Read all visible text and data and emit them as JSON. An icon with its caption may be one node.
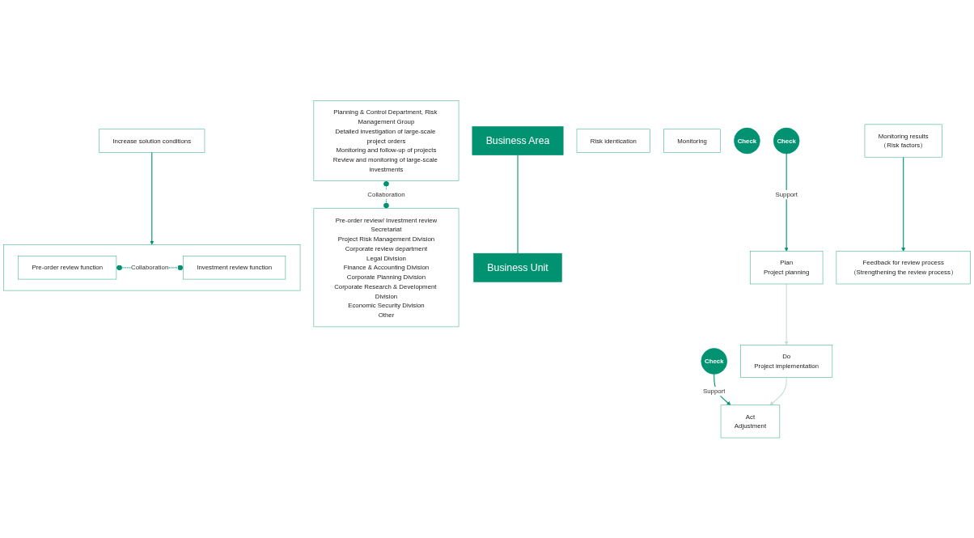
{
  "diagram": {
    "nodes": [
      {
        "text": [
          "Business Area"
        ]
      },
      {
        "text": [
          "Planning & Control Department, Risk Management Group",
          "Detailed investigation of large-scale project orders",
          "Monitoring and follow-up of projects",
          "Review and monitoring of large-scale investments"
        ]
      },
      {
        "text": [
          "Check"
        ]
      },
      {
        "text": [
          "Check"
        ]
      },
      {
        "text": [
          "Pre-order review/ Investment review",
          "Secretariat",
          "Project Risk Management Division",
          "Corporate review department",
          "Legal Division",
          "Finance & Accounting Division",
          "Corporate Planning Division",
          "Corporate Research & Development Division",
          "Economic Security Division",
          "Other"
        ]
      },
      {
        "text": [
          "Business Unit"
        ]
      },
      {
        "text": [
          "Plan",
          "Project planning"
        ]
      },
      {
        "text": [
          "Risk identication"
        ]
      },
      {
        "text": [
          "Do",
          "Project implementation"
        ]
      },
      {
        "text": [
          "Monitoring"
        ]
      },
      {
        "text": [
          "Check"
        ]
      },
      {
        "text": [
          "Act",
          "Adjustment"
        ]
      },
      {
        "text": [
          "Monitoring results",
          "（Risk factors）"
        ]
      },
      {
        "text": [
          "Feedback for review process",
          "（Strengthening the review process）"
        ]
      },
      {
        "text": [],
        "shape": "box"
      },
      {
        "text": [
          "Pre-order review function"
        ],
        "in": 14
      },
      {
        "text": [
          "Investment review function"
        ],
        "in": 14
      },
      {
        "text": [
          "Increase solution conditions"
        ]
      }
    ],
    "edges": [
      {
        "from": 0,
        "to": 5,
        "arrow": "none"
      },
      {
        "from": 1,
        "to": 4,
        "arrow": "other",
        "label": "Collaboration",
        "style": "dashed"
      },
      {
        "from": 2,
        "to": 6,
        "arrow": "to",
        "label": "Support"
      },
      {
        "from": 3,
        "to": 11,
        "arrow": "to",
        "label": "Support"
      },
      {
        "from": 6,
        "to": 8,
        "arrow": "to",
        "color": "#c5ddd3"
      },
      {
        "from": 8,
        "to": 11,
        "arrow": "to",
        "color": "#c5ddd3"
      },
      {
        "from": 12,
        "to": 13,
        "arrow": "to"
      },
      {
        "from": 15,
        "to": 16,
        "arrow": "other",
        "label": "Collaboration",
        "style": "dashed"
      },
      {
        "from": 17,
        "to": 14,
        "arrow": "to"
      }
    ]
  }
}
